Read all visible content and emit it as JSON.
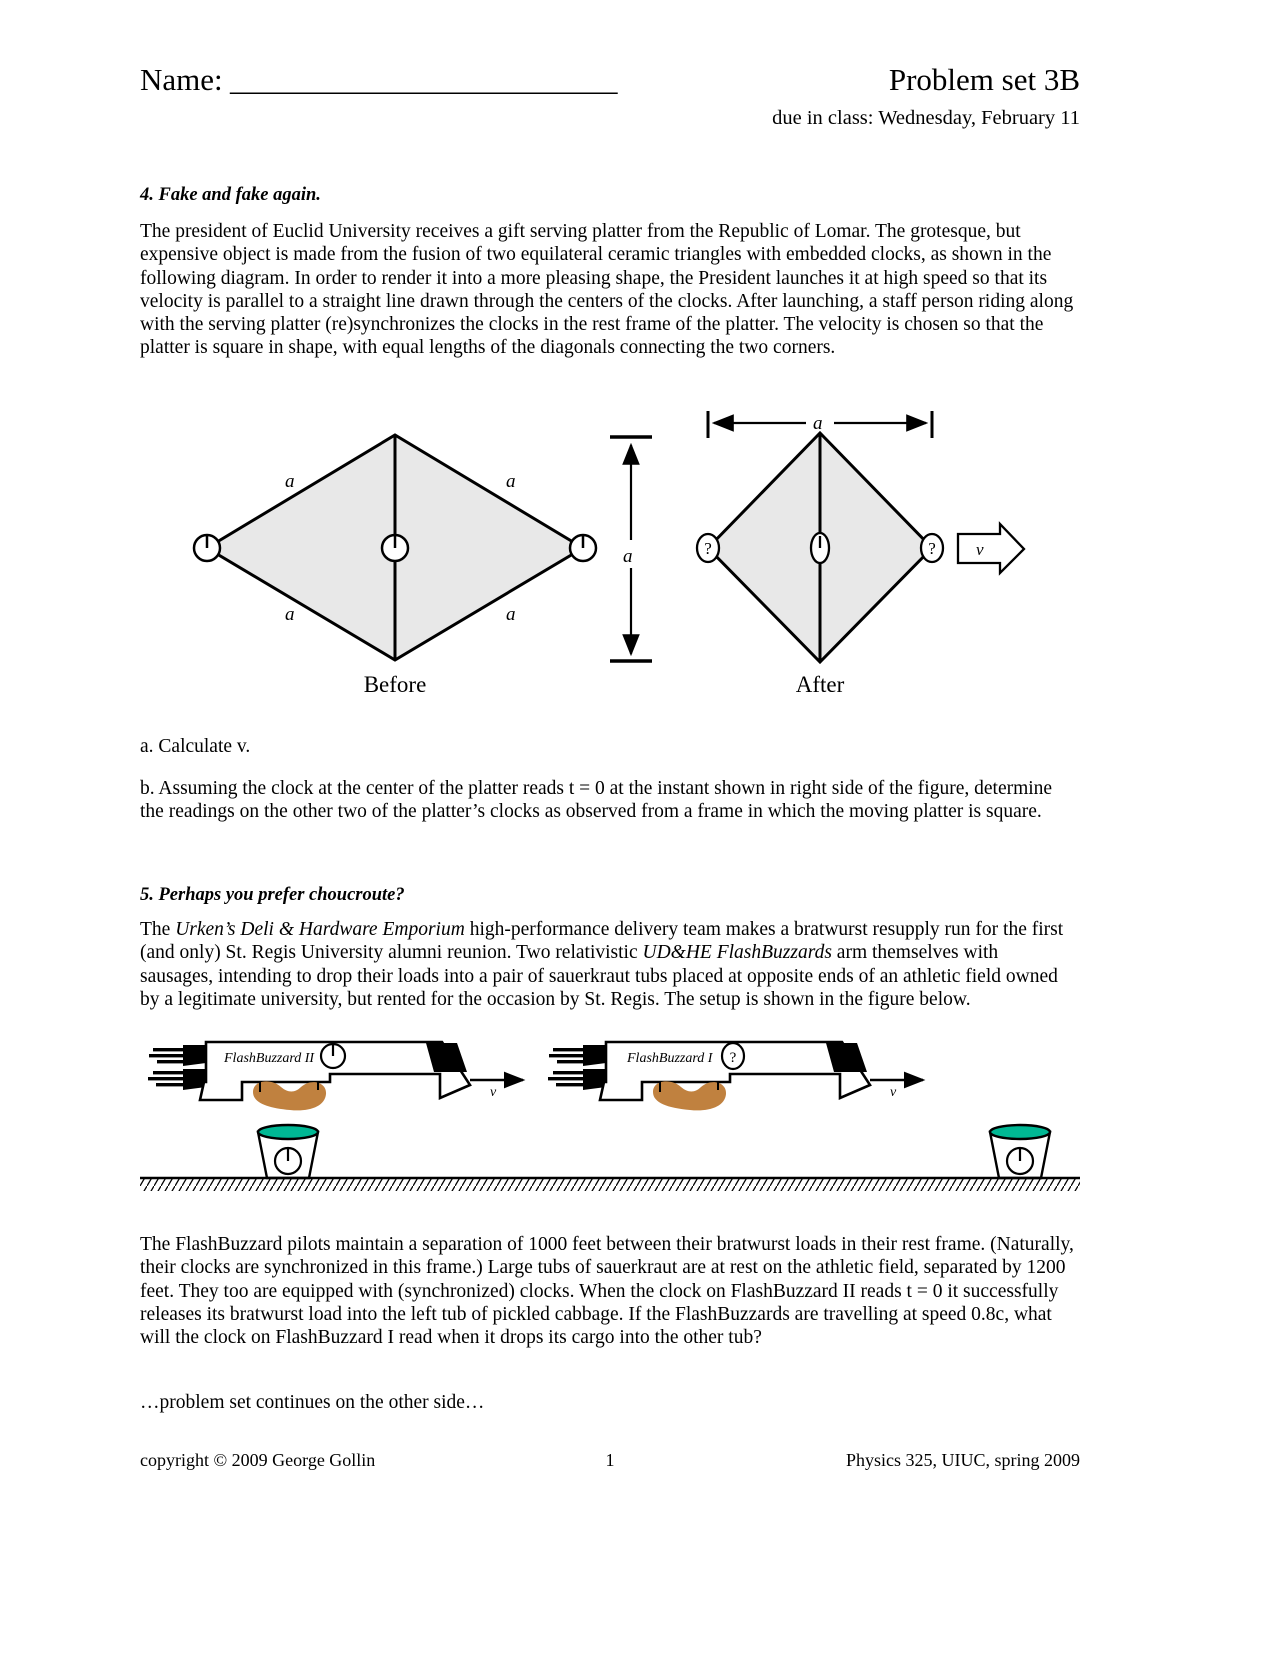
{
  "header": {
    "name_label": "Name:",
    "name_blank": "_________________________",
    "title": "Problem set 3B",
    "due": "due in class: Wednesday, February 11"
  },
  "problem4": {
    "heading": "4. Fake and fake again.",
    "body": "The president of Euclid University receives a gift serving platter from the Republic of Lomar. The grotesque, but expensive object is made from the fusion of two equilateral ceramic triangles with embedded clocks, as shown in the following diagram. In order to render it into a more pleasing shape, the President launches it at high speed so that its velocity is parallel to a straight line drawn through the centers of the clocks. After launching, a staff person riding along with the serving platter (re)synchronizes the clocks in the rest frame of the platter. The velocity is chosen so that the platter is square in shape, with equal lengths of the diagonals connecting the two corners.",
    "part_a": "a. Calculate v.",
    "part_b": "b. Assuming the clock at the center of the platter reads  t = 0  at the instant shown in right side of the figure, determine the readings on the other two of the platter’s clocks as observed from a frame in which the moving platter is square."
  },
  "figure_platter": {
    "caption_before": "Before",
    "caption_after": "After",
    "side_labels": [
      "a",
      "a",
      "a",
      "a"
    ],
    "height_label": "a",
    "width_label": "a",
    "velocity_label": "v",
    "clock_before_left": "clock-hand-up",
    "clock_before_center": "clock-hand-up",
    "clock_before_right": "clock-hand-up",
    "clock_after_left": "?",
    "clock_after_center": "clock-hand-up",
    "clock_after_right": "?",
    "fill_color": "#e8e8e8",
    "stroke_color": "#000000"
  },
  "problem5": {
    "heading": "5. Perhaps you prefer choucroute?",
    "body_parts": [
      "The ",
      "Urken’s Deli & Hardware Emporium",
      " high-performance delivery team makes a bratwurst resupply run for the first (and only) St. Regis University alumni reunion. Two relativistic ",
      "UD&HE FlashBuzzards",
      " arm themselves with sausages, intending to drop their loads into a pair of sauerkraut tubs placed at opposite ends of an athletic field owned by a legitimate university, but rented for the occasion by St. Regis. The setup is shown in the figure below."
    ],
    "closing": "The FlashBuzzard pilots maintain a separation of 1000 feet between their bratwurst loads in their rest frame. (Naturally, their clocks are synchronized in this frame.) Large tubs of sauerkraut are at rest on the athletic field, separated by 1200 feet. They too are equipped with (synchronized) clocks. When the clock on FlashBuzzard II reads t = 0 it successfully releases its bratwurst load into the left tub of pickled cabbage. If the FlashBuzzards are travelling at speed 0.8c, what will the clock on FlashBuzzard I read when it drops its cargo into the other tub?"
  },
  "figure_buzzards": {
    "left_craft_label": "FlashBuzzard II",
    "right_craft_label": "FlashBuzzard I",
    "left_craft_clock": "clock-hand-up",
    "right_craft_clock": "?",
    "left_velocity_label": "v",
    "right_velocity_label": "v",
    "tub_left_clock": "clock-hand-up",
    "tub_right_clock": "clock-hand-up",
    "bratwurst_color": "#c0813f",
    "tub_rim_color": "#00b894",
    "ground_hatch": true
  },
  "continues": "…problem set continues on the other side…",
  "footer": {
    "left": "copyright © 2009 George Gollin",
    "page": "1",
    "right": "Physics 325, UIUC, spring 2009"
  }
}
